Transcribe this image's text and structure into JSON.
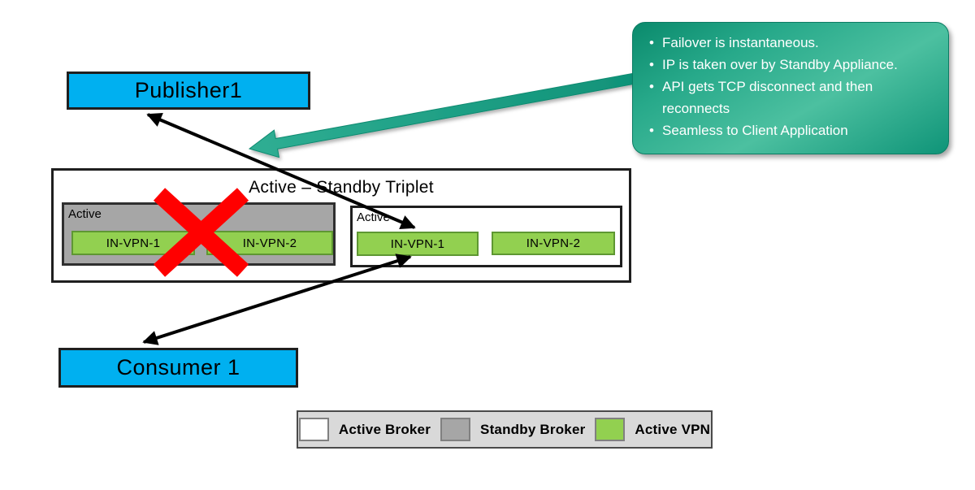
{
  "publisher": {
    "label": "Publisher1",
    "fill": "#00B0F0"
  },
  "consumer": {
    "label": "Consumer 1",
    "fill": "#00B0F0"
  },
  "triplet": {
    "title": "Active – Standby Triplet",
    "standby_broker": {
      "status_label": "Active",
      "fill": "#A6A6A6",
      "vpns": [
        {
          "label": "IN-VPN-1"
        },
        {
          "label": "IN-VPN-2"
        }
      ]
    },
    "active_broker": {
      "status_label": "Active",
      "fill": "#FFFFFF",
      "vpns": [
        {
          "label": "IN-VPN-1"
        },
        {
          "label": "IN-VPN-2"
        }
      ]
    }
  },
  "callout": {
    "bullet_char": "•",
    "text_color": "#FFFFFF",
    "fill_start": "#0A8A6C",
    "fill_end": "#4CC0A0",
    "items": [
      {
        "text": "Failover is instantaneous."
      },
      {
        "text": "IP is taken over by Standby Appliance."
      },
      {
        "text": "API gets TCP disconnect and then reconnects"
      },
      {
        "text": "Seamless to Client  Application"
      }
    ]
  },
  "legend": {
    "items": [
      {
        "label": "Active Broker",
        "color": "#FFFFFF"
      },
      {
        "label": "Standby Broker",
        "color": "#A6A6A6"
      },
      {
        "label": "Active VPN",
        "color": "#92D050"
      }
    ]
  },
  "annotations": {
    "failure_mark_color": "#FF0000",
    "callout_arrow_color": "#1FA28A",
    "flow_arrow_color": "#000000",
    "vpn_fill": "#92D050"
  }
}
